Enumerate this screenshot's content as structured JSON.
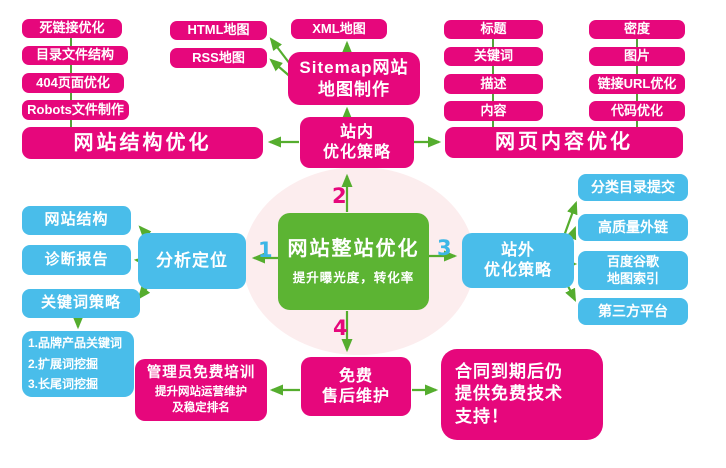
{
  "colors": {
    "node_pink": "#e6077c",
    "node_blue": "#49bdea",
    "node_green": "#5cb433",
    "arrow_green": "#55ad2e",
    "background_circle": "#fcedee"
  },
  "center": {
    "title": "网站整站优化",
    "subtitle": "提升曝光度，转化率"
  },
  "step_numbers": {
    "one": "1",
    "two": "2",
    "three": "3",
    "four": "4"
  },
  "structure_group": {
    "items": [
      "死链接优化",
      "目录文件结构",
      "404页面优化",
      "Robots文件制作"
    ],
    "summary": "网站结构优化"
  },
  "sitemap_group": {
    "html": "HTML地图",
    "rss": "RSS地图",
    "xml": "XML地图",
    "maker_line1": "Sitemap网站",
    "maker_line2": "地图制作"
  },
  "onsite": {
    "line1": "站内",
    "line2": "优化策略"
  },
  "content_group": {
    "col1": [
      "标题",
      "关键词",
      "描述",
      "内容"
    ],
    "col2": [
      "密度",
      "图片",
      "链接URL优化",
      "代码优化"
    ],
    "summary": "网页内容优化"
  },
  "analysis": {
    "label": "分析定位",
    "items": [
      "网站结构",
      "诊断报告",
      "关键词策略"
    ],
    "keyword_list": [
      "1.品牌产品关键词",
      "2.扩展词挖掘",
      "3.长尾词挖掘"
    ]
  },
  "offsite": {
    "line1": "站外",
    "line2": "优化策略",
    "item1": "分类目录提交",
    "item2": "高质量外链",
    "item3_line1": "百度谷歌",
    "item3_line2": "地图索引",
    "item4": "第三方平台"
  },
  "aftersale": {
    "line1": "免费",
    "line2": "售后维护",
    "training_title": "管理员免费培训",
    "training_sub1": "提升网站运营维护",
    "training_sub2": "及稳定排名",
    "contract_line1": "合同到期后仍",
    "contract_line2": "提供免费技术",
    "contract_line3": "支持！"
  }
}
